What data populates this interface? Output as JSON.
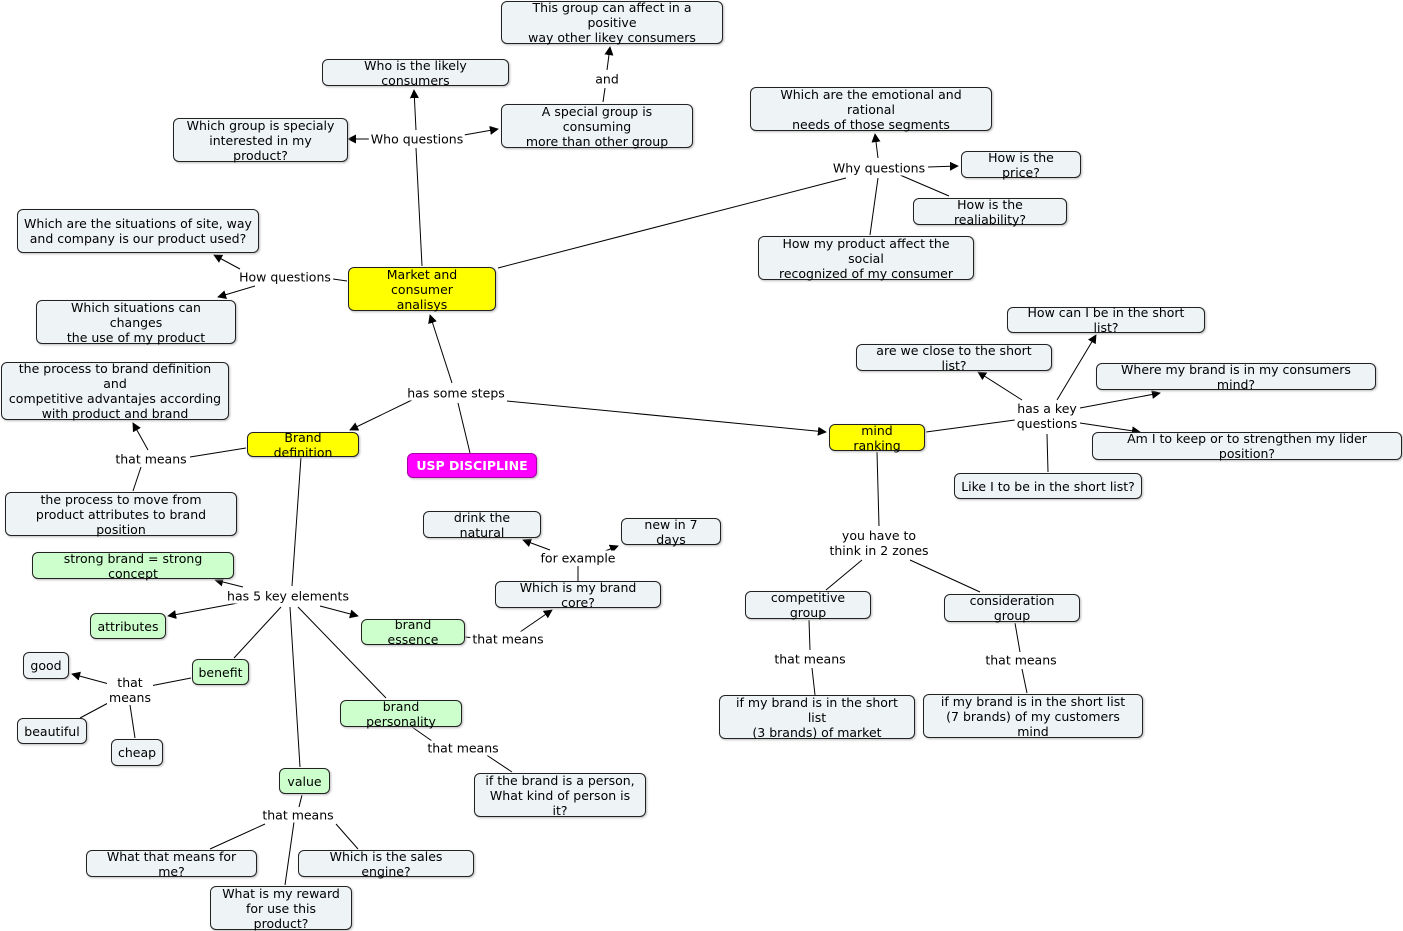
{
  "nodes": {
    "market": "Market and consumer\nanalisys",
    "usp": "USP DISCIPLINE",
    "brand_def": "Brand definition",
    "mind_ranking": "mind ranking",
    "likely_consumers": "Who is the likely consumers",
    "positive_way": "This group can affect in a positive\nway other likey consumers",
    "special_group": "A special group is consuming\nmore than other group",
    "specialy_interested": "Which group is specialy\ninterested in my product?",
    "situations_site": "Which are the situations of site, way\nand company is our product used?",
    "situations_change": "Which situations can changes\nthe use of my product",
    "emotional_needs": "Which are the emotional and rational\nneeds of those segments",
    "price": "How is the price?",
    "reliability": "How is the realiability?",
    "social": "How my product affect the social\nrecognized of my consumer",
    "process_brand": "the process to brand definition and\ncompetitive advantajes according\nwith product and brand",
    "process_move": "the process to move from\nproduct attributes to brand position",
    "strong_brand": "strong brand = strong concept",
    "attributes": "attributes",
    "brand_essence": "brand essence",
    "benefit": "benefit",
    "good": "good",
    "beautiful": "beautiful",
    "cheap": "cheap",
    "brand_personality": "brand personality",
    "person": "if the brand is a person,\nWhat kind of person is it?",
    "value": "value",
    "means_for_me": "What that means for me?",
    "sales_engine": "Which is the sales engine?",
    "reward": "What is my reward\nfor use this product?",
    "drink_natural": "drink the natural",
    "new_7_days": "new in 7 days",
    "brand_core": "Which is my brand core?",
    "short_list_how": "How can I be in the short list?",
    "close_short_list": "are we close to the short list?",
    "brand_mind": "Where my brand is in my consumers mind?",
    "lider_position": "Am I to keep or to strengthen my lider position?",
    "like_short_list": "Like I to be in the short list?",
    "competitive_group": "competitive group",
    "consideration_group": "consideration group",
    "short_list_3": "if my brand is in the short list\n(3 brands) of market",
    "short_list_7": "if my brand is in the short list\n(7 brands) of my customers mind"
  },
  "labels": {
    "has_some_steps": "has some steps",
    "who_questions": "Who questions",
    "and": "and",
    "how_questions": "How questions",
    "why_questions": "Why questions",
    "that_means_bd": "that means",
    "has_5_key": "has 5 key elements",
    "that_means_benefit": "that\nmeans",
    "that_means_personality": "that means",
    "that_means_value": "that means",
    "that_means_essence": "that means",
    "for_example": "for example",
    "has_key_questions": "has a key\nquestions",
    "two_zones": "you have to\nthink in 2 zones",
    "that_means_comp": "that means",
    "that_means_cons": "that means"
  },
  "colors": {
    "main_concept": "#ffff00",
    "usp": "#ff00ff",
    "element": "#ccffcc",
    "default": "#eef3f5"
  }
}
